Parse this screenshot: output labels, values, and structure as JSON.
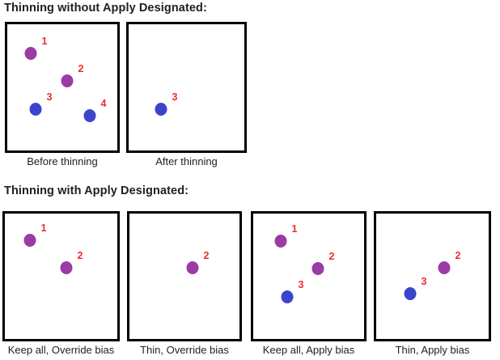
{
  "headings": {
    "without_apply": "Thinning without Apply Designated:",
    "with_apply": "Thinning with Apply Designated:"
  },
  "colors": {
    "purple_dot": "#9b3ba5",
    "blue_dot": "#3b45cc",
    "label_red": "#ef2b2b",
    "panel_border": "#000000",
    "text": "#1f1f1f"
  },
  "top_row": {
    "panels": [
      {
        "caption": "Before thinning",
        "dots": [
          {
            "label": "1",
            "color": "purple"
          },
          {
            "label": "2",
            "color": "purple"
          },
          {
            "label": "3",
            "color": "blue"
          },
          {
            "label": "4",
            "color": "blue"
          }
        ]
      },
      {
        "caption": "After thinning",
        "dots": [
          {
            "label": "3",
            "color": "blue"
          }
        ]
      }
    ]
  },
  "bottom_row": {
    "panels": [
      {
        "caption": "Keep all, Override bias",
        "dots": [
          {
            "label": "1",
            "color": "purple"
          },
          {
            "label": "2",
            "color": "purple"
          }
        ]
      },
      {
        "caption": "Thin, Override bias",
        "dots": [
          {
            "label": "2",
            "color": "purple"
          }
        ]
      },
      {
        "caption": "Keep all, Apply bias",
        "dots": [
          {
            "label": "1",
            "color": "purple"
          },
          {
            "label": "2",
            "color": "purple"
          },
          {
            "label": "3",
            "color": "blue"
          }
        ]
      },
      {
        "caption": "Thin, Apply bias",
        "dots": [
          {
            "label": "2",
            "color": "purple"
          },
          {
            "label": "3",
            "color": "blue"
          }
        ]
      }
    ]
  }
}
